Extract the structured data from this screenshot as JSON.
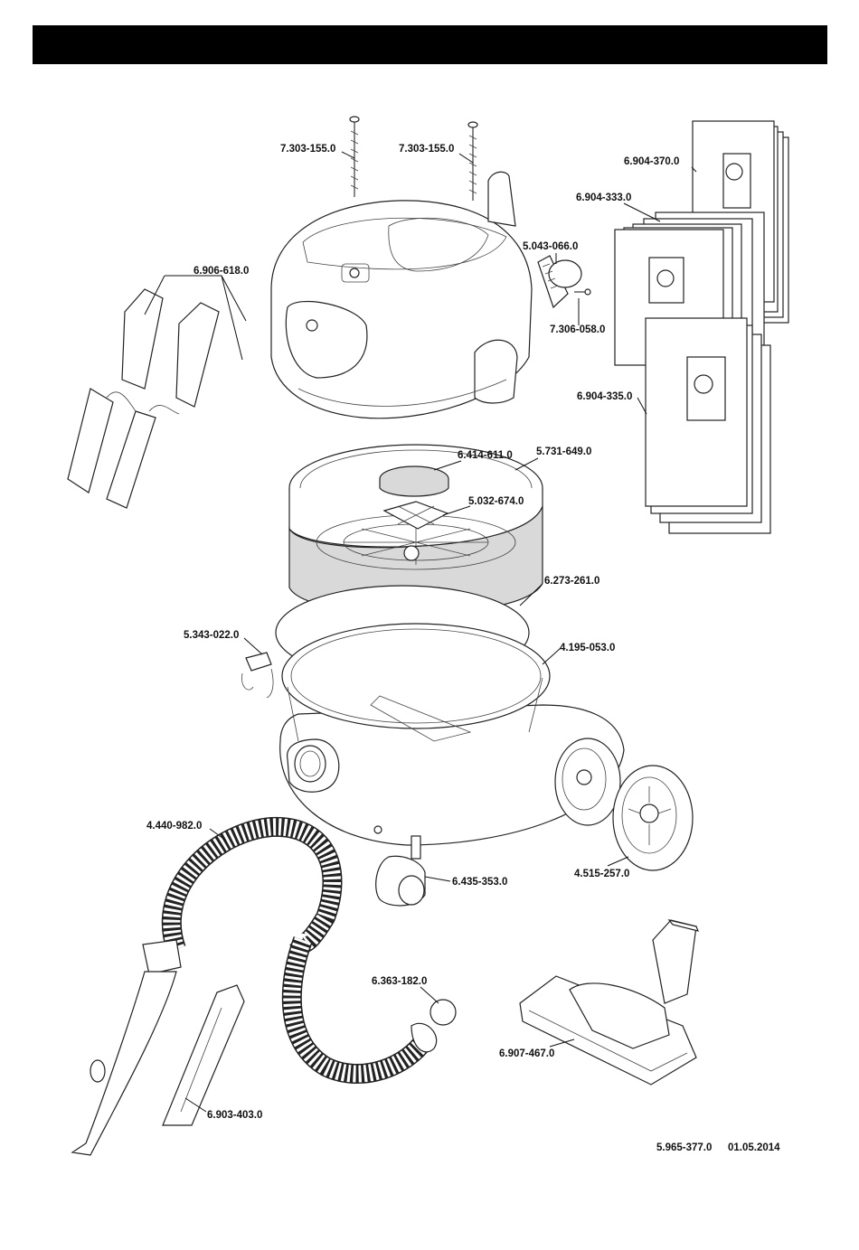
{
  "parts": {
    "screw_left": "7.303-155.0",
    "screw_right": "7.303-155.0",
    "bag_1": "6.904-370.0",
    "bag_2": "6.904-333.0",
    "latch": "5.043-066.0",
    "latch_screw": "7.306-058.0",
    "bag_3": "6.904-335.0",
    "filter_set": "6.906-618.0",
    "float": "6.414-611.0",
    "basket": "5.731-649.0",
    "cage": "5.032-674.0",
    "filter_ring": "6.273-261.0",
    "clip": "5.343-022.0",
    "container": "4.195-053.0",
    "hose": "4.440-982.0",
    "caster": "6.435-353.0",
    "wheel": "4.515-257.0",
    "o_ring": "6.363-182.0",
    "floor_nozzle": "6.907-467.0",
    "crevice_nozzle": "6.903-403.0"
  },
  "footer": {
    "doc_number": "5.965-377.0",
    "date": "01.05.2014"
  }
}
